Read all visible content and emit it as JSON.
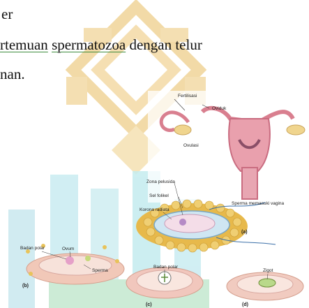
{
  "document": {
    "lines": [
      {
        "text": "er"
      },
      {
        "pre": "",
        "ul1": "rtemuan",
        "mid": " ",
        "ul2": "spermatozoa",
        "post": " dengan telur"
      },
      {
        "text": "nan."
      }
    ]
  },
  "figure": {
    "labels": {
      "fertilisasi": "Fertilisasi",
      "oviduk": "Oviduk",
      "ovulasi": "Ovulasi",
      "zona_pelusida": "Zona pelusida",
      "sel_folikel": "Sel folikel",
      "korona_radiata": "Korona radiata",
      "sperma_memasuki_vagina": "Sperma memasuki vagina",
      "badan_polar_left": "Badan polar",
      "ovum": "Ovum",
      "sperma": "Sperma",
      "badan_polar_mid": "Badan polar",
      "zigot": "Zigot",
      "panel_a": "(a)",
      "panel_b": "(b)",
      "panel_c": "(c)",
      "panel_d": "(d)"
    }
  },
  "colors": {
    "watermark_gold": "#f3dcaa",
    "watermark_cyan": "#c9ecf1",
    "watermark_green": "#c4e8d0"
  }
}
